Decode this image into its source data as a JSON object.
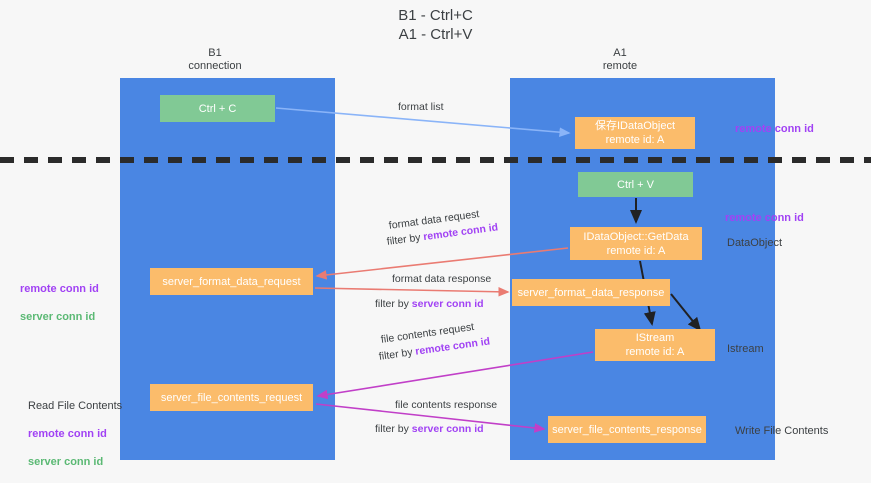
{
  "title": "B1 - Ctrl+C\nA1 - Ctrl+V",
  "columns": {
    "left": "B1\nconnection",
    "right": "A1\nremote"
  },
  "nodes": {
    "ctrl_c": "Ctrl + C",
    "save_idataobject": "保存IDataObject\nremote id: A",
    "ctrl_v": "Ctrl + V",
    "getdata": "IDataObject::GetData\nremote id: A",
    "server_format_data_request": "server_format_data_request",
    "server_format_data_response": "server_format_data_response",
    "istream": "IStream\nremote id: A",
    "server_file_contents_request": "server_file_contents_request",
    "server_file_contents_response": "server_file_contents_response"
  },
  "edges": {
    "format_list": "format list",
    "format_data_request": "format data request",
    "format_data_request_filter_prefix": "filter by ",
    "format_data_request_filter_key": "remote conn id",
    "format_data_response": "format data response",
    "format_data_response_filter_prefix": "filter by ",
    "format_data_response_filter_key": "server conn id",
    "file_contents_request": "file contents request",
    "file_contents_request_filter_prefix": "filter by ",
    "file_contents_request_filter_key": "remote conn id",
    "file_contents_response": "file contents response",
    "file_contents_response_filter_prefix": "filter by ",
    "file_contents_response_filter_key": "server conn id"
  },
  "annotations": {
    "remote_conn_id_top": "remote conn id",
    "remote_conn_id_mid": "remote conn id",
    "dataobject": "DataObject",
    "istream_label": "Istream",
    "write_file_contents": "Write File Contents",
    "read_file_contents": "Read File Contents",
    "left_remote_conn_id": "remote conn id",
    "left_server_conn_id": "server conn id",
    "left_bottom_remote_conn_id": "remote conn id",
    "left_bottom_server_conn_id": "server conn id"
  },
  "colors": {
    "lane": "#4a86e3",
    "green_node": "#81c995",
    "orange_node": "#fbbc6b",
    "purple_key": "#a142f4",
    "green_key": "#5bb974",
    "arrow_blue": "#8ab4f8",
    "arrow_red": "#ea7b72",
    "arrow_magenta": "#c13fc8",
    "arrow_black": "#202124",
    "background": "#f7f7f7"
  }
}
